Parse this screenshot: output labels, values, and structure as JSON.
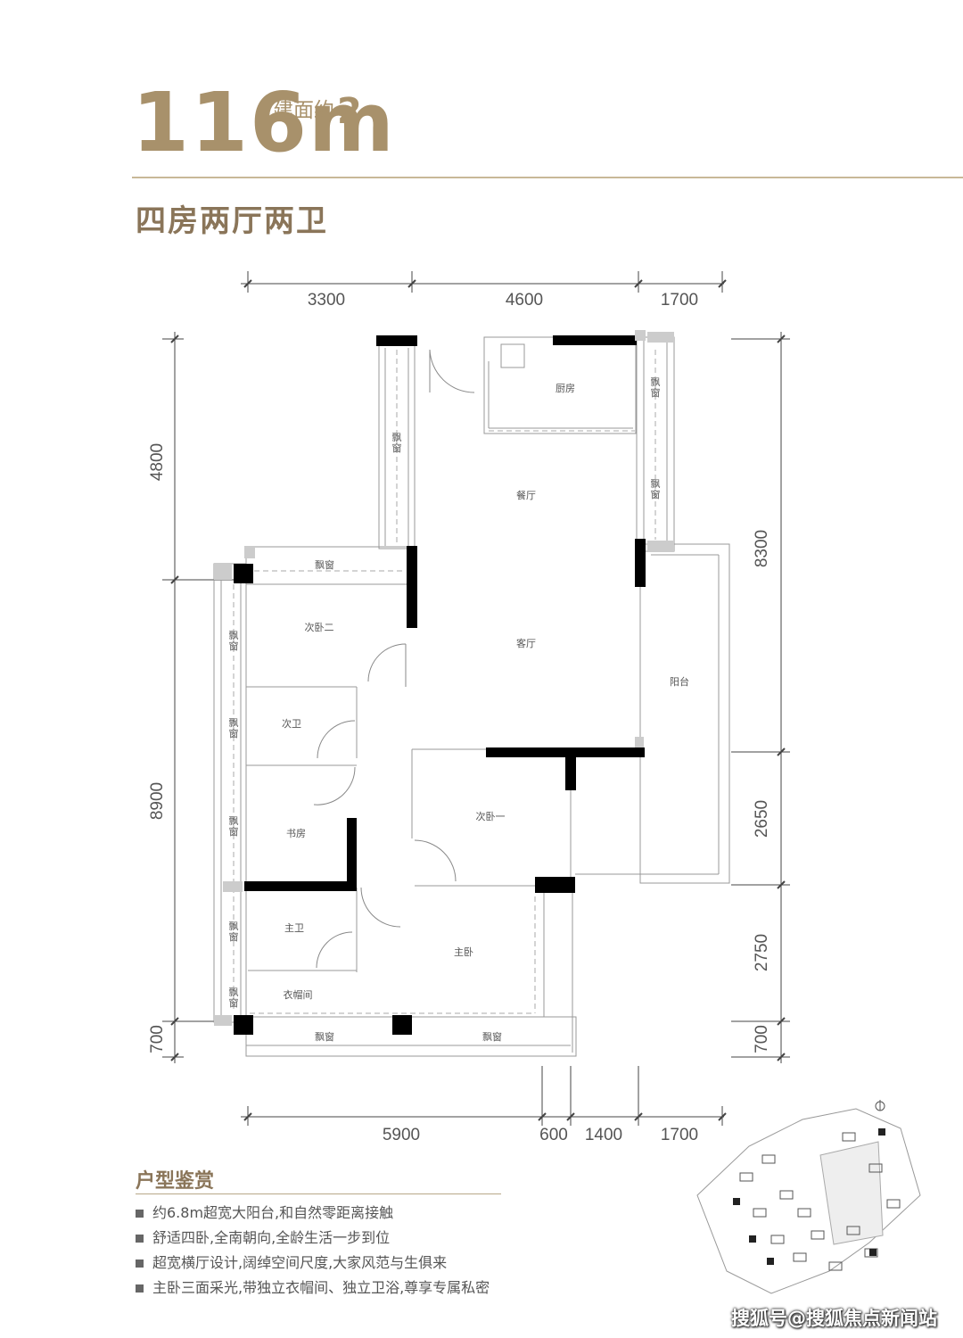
{
  "header": {
    "area_number": "116m",
    "area_superscript": "2",
    "area_prefix": "建面约",
    "layout_title": "四房两厅两卫"
  },
  "plan": {
    "dims_top": [
      "3300",
      "4600",
      "1700"
    ],
    "dims_bottom": [
      "5900",
      "600",
      "1400",
      "1700"
    ],
    "dims_left": [
      "4800",
      "8900",
      "700"
    ],
    "dims_right": [
      "8300",
      "2650",
      "2750",
      "700"
    ],
    "rooms": {
      "kitchen": "厨房",
      "dining": "餐厅",
      "living": "客厅",
      "balcony": "阳台",
      "bedroom2": "次卧二",
      "bath2": "次卫",
      "study": "书房",
      "bedroom1": "次卧一",
      "master_bath": "主卫",
      "master": "主卧",
      "closet": "衣帽间",
      "bay_window": "飘窗",
      "bay_window_v": "飘\n窗"
    }
  },
  "features": {
    "title": "户型鉴赏",
    "items": [
      "约6.8m超宽大阳台,和自然零距离接触",
      "舒适四卧,全南朝向,全龄生活一步到位",
      "超宽横厅设计,阔绰空间尺度,大家风范与生俱来",
      "主卧三面采光,带独立衣帽间、独立卫浴,尊享专属私密"
    ]
  },
  "watermark": "搜狐号@搜狐焦点新闻站",
  "colors": {
    "accent": "#a8916b",
    "wall": "#000000"
  }
}
